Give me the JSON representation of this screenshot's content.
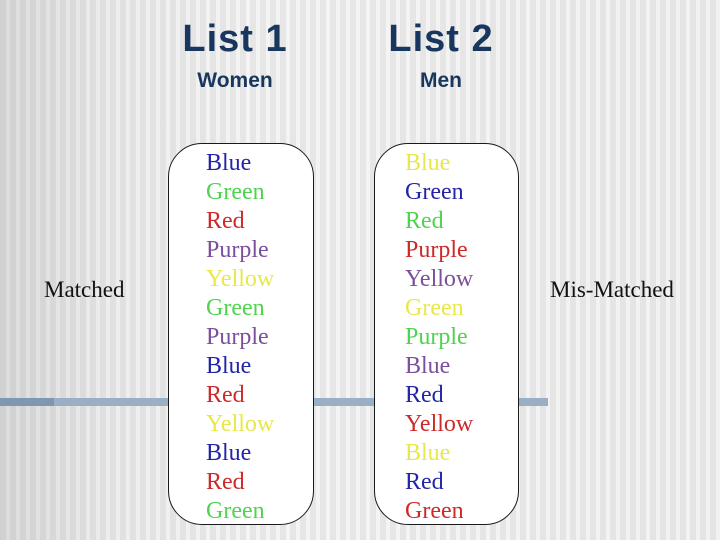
{
  "slide": {
    "columns": [
      {
        "title": "List 1",
        "subtitle": "Women",
        "label": "Matched",
        "words": [
          {
            "text": "Blue",
            "color": "blue"
          },
          {
            "text": "Green",
            "color": "green"
          },
          {
            "text": "Red",
            "color": "red"
          },
          {
            "text": "Purple",
            "color": "purple"
          },
          {
            "text": "Yellow",
            "color": "yellow"
          },
          {
            "text": "Green",
            "color": "green"
          },
          {
            "text": "Purple",
            "color": "purple"
          },
          {
            "text": "Blue",
            "color": "blue"
          },
          {
            "text": "Red",
            "color": "red"
          },
          {
            "text": "Yellow",
            "color": "yellow"
          },
          {
            "text": "Blue",
            "color": "blue"
          },
          {
            "text": "Red",
            "color": "red"
          },
          {
            "text": "Green",
            "color": "green"
          }
        ]
      },
      {
        "title": "List 2",
        "subtitle": "Men",
        "label": "Mis-Matched",
        "words": [
          {
            "text": "Blue",
            "color": "yellow"
          },
          {
            "text": "Green",
            "color": "blue"
          },
          {
            "text": "Red",
            "color": "green"
          },
          {
            "text": "Purple",
            "color": "red"
          },
          {
            "text": "Yellow",
            "color": "purple"
          },
          {
            "text": "Green",
            "color": "yellow"
          },
          {
            "text": "Purple",
            "color": "green"
          },
          {
            "text": "Blue",
            "color": "purple"
          },
          {
            "text": "Red",
            "color": "blue"
          },
          {
            "text": "Yellow",
            "color": "red"
          },
          {
            "text": "Blue",
            "color": "yellow"
          },
          {
            "text": "Red",
            "color": "blue"
          },
          {
            "text": "Green",
            "color": "red"
          }
        ]
      }
    ],
    "palette": {
      "blue": "#2424AA",
      "green": "#4FD34F",
      "red": "#CE2929",
      "purple": "#7B4F9E",
      "yellow": "#E8E84A"
    },
    "colors": {
      "title_text": "#17375E",
      "label_text": "#111111",
      "divider": "#9AAFC3",
      "divider_left": "#7F97B0",
      "card_background": "#FFFFFF",
      "card_border": "#1A1A1A"
    }
  }
}
